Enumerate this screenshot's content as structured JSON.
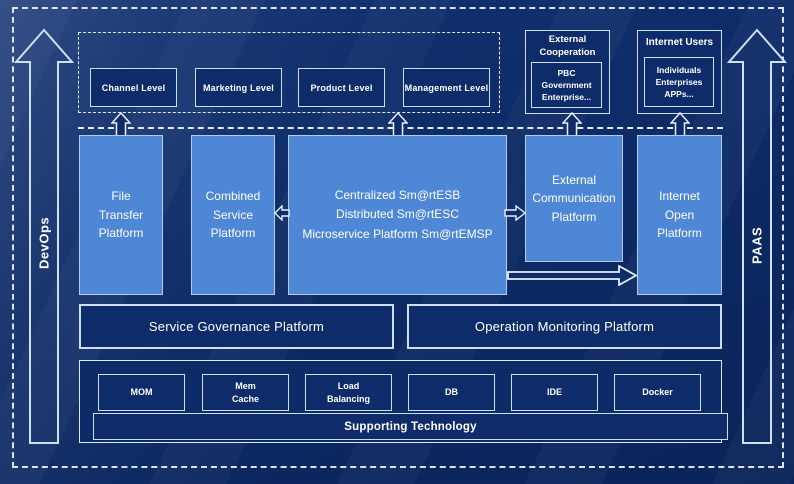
{
  "diagram": {
    "left_rail": "DevOps",
    "right_rail": "PAAS",
    "top_levels": [
      "Channel Level",
      "Marketing Level",
      "Product Level",
      "Management Level"
    ],
    "external_cooperation": {
      "title": "External\nCooperation",
      "body": "PBC Government\nEnterprise..."
    },
    "internet_users": {
      "title": "Internet Users",
      "body": "Individuals\nEnterprises\nAPPs..."
    },
    "platforms": {
      "file_transfer": "File\nTransfer\nPlatform",
      "combined_service": "Combined\nService\nPlatform",
      "central": "Centralized Sm@rtESB\nDistributed Sm@rtESC\nMicroservice Platform Sm@rtEMSP",
      "external_communication": "External\nCommunication\nPlatform",
      "internet_open": "Internet\nOpen\nPlatform"
    },
    "monitoring": {
      "service_governance": "Service Governance Platform",
      "operation_monitoring": "Operation Monitoring Platform"
    },
    "supporting": {
      "items": [
        "MOM",
        "Mem\nCache",
        "Load\nBalancing",
        "DB",
        "IDE",
        "Docker"
      ],
      "bar": "Supporting Technology"
    },
    "colors": {
      "background": "#0d2a64",
      "box_light_fill": "#4e87d5",
      "box_light_border": "#b3cdee",
      "box_dark_fill": "#0e2c69",
      "border_light": "#cfdff2",
      "dashed_line": "#ebf3fc",
      "text": "#ffffff"
    }
  }
}
